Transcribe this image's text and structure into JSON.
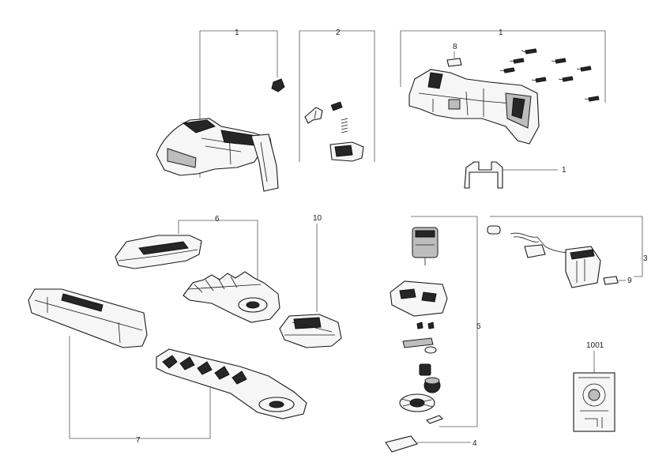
{
  "callouts": {
    "c1_handle": "1",
    "c2_switch": "2",
    "c1_housing": "1",
    "c8_label": "8",
    "c1_clip": "1",
    "c6_cover": "6",
    "c10_gear_cover": "10",
    "c5_gear": "5",
    "c3_electronics": "3",
    "c9_sticker": "9",
    "c7_blade": "7",
    "c4_battery": "4",
    "c1001_doc": "1001"
  }
}
